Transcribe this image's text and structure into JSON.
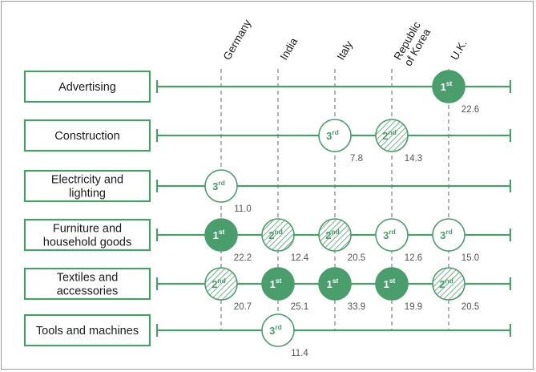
{
  "chart_data": {
    "type": "table",
    "columns": [
      "Germany",
      "India",
      "Italy",
      "Republic\nof Korea",
      "U.K."
    ],
    "rows": [
      {
        "label": "Advertising",
        "cells": [
          null,
          null,
          null,
          null,
          {
            "rank": "1",
            "suffix": "st",
            "value": "22.6"
          }
        ]
      },
      {
        "label": "Construction",
        "cells": [
          null,
          null,
          {
            "rank": "3",
            "suffix": "rd",
            "value": "7.8"
          },
          {
            "rank": "2",
            "suffix": "nd",
            "value": "14.3"
          },
          null
        ]
      },
      {
        "label": "Electricity and\nlighting",
        "cells": [
          {
            "rank": "3",
            "suffix": "rd",
            "value": "11.0"
          },
          null,
          null,
          null,
          null
        ]
      },
      {
        "label": "Furniture and\nhousehold goods",
        "cells": [
          {
            "rank": "1",
            "suffix": "st",
            "value": "22.2"
          },
          {
            "rank": "2",
            "suffix": "nd",
            "value": "12.4"
          },
          {
            "rank": "2",
            "suffix": "nd",
            "value": "20.5"
          },
          {
            "rank": "3",
            "suffix": "rd",
            "value": "12.6"
          },
          {
            "rank": "3",
            "suffix": "rd",
            "value": "15.0"
          }
        ]
      },
      {
        "label": "Textiles and\naccessories",
        "cells": [
          {
            "rank": "2",
            "suffix": "nd",
            "value": "20.7"
          },
          {
            "rank": "1",
            "suffix": "st",
            "value": "25.1"
          },
          {
            "rank": "1",
            "suffix": "st",
            "value": "33.9"
          },
          {
            "rank": "1",
            "suffix": "st",
            "value": "19.9"
          },
          {
            "rank": "2",
            "suffix": "nd",
            "value": "20.5"
          }
        ]
      },
      {
        "label": "Tools and machines",
        "cells": [
          null,
          {
            "rank": "3",
            "suffix": "rd",
            "value": "11.4"
          },
          null,
          null,
          null
        ]
      }
    ],
    "legend": [],
    "title": "",
    "xlabel": "",
    "ylabel": ""
  },
  "colors": {
    "accent": "#4a9e6b",
    "first_fill": "#4a9e6b",
    "second_hatch": "#4a9e6b",
    "third_fill": "#ffffff",
    "label_border": "#4a9e6b",
    "dashed_line": "#666666",
    "value_text": "#555555"
  }
}
